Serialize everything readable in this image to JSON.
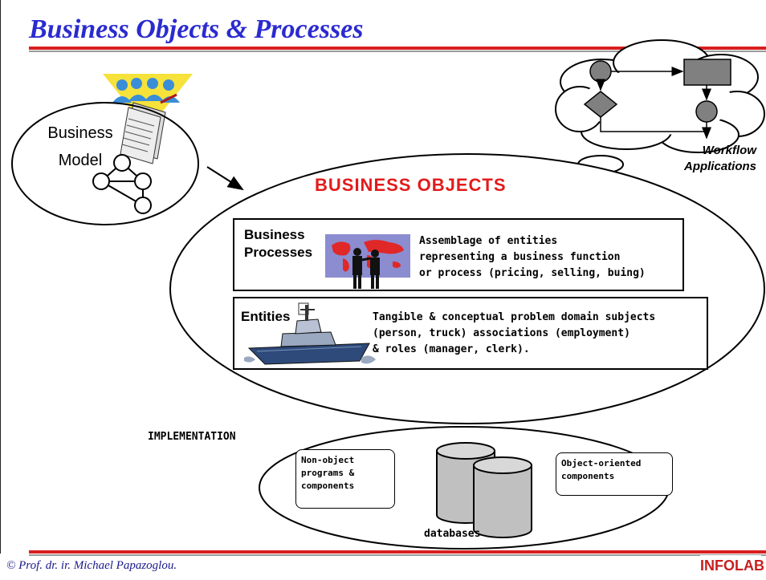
{
  "slide": {
    "title": "Business Objects & Processes",
    "footer": "© Prof. dr. ir. Michael Papazoglou.",
    "logo_text": "INFOLAB"
  },
  "business_model": {
    "line1": "Business",
    "line2": "Model"
  },
  "workflow": {
    "line1": "Workflow",
    "line2": "Applications"
  },
  "business_objects": {
    "heading": "BUSINESS OBJECTS",
    "processes": {
      "title_line1": "Business",
      "title_line2": "Processes",
      "desc_line1": "Assemblage of entities",
      "desc_line2": "representing a business function",
      "desc_line3": "or process (pricing, selling, buing)"
    },
    "entities": {
      "title": "Entities",
      "desc_line1": "Tangible & conceptual problem domain subjects",
      "desc_line2": "(person, truck) associations (employment)",
      "desc_line3": "& roles (manager, clerk)."
    }
  },
  "implementation": {
    "label": "IMPLEMENTATION",
    "non_object": {
      "line1": "Non-object",
      "line2": "programs &",
      "line3": "components"
    },
    "object_oriented": {
      "line1": "Object-oriented",
      "line2": "components"
    },
    "databases_label": "databases"
  },
  "colors": {
    "title": "#2b2bd0",
    "heading": "#e21b1b",
    "rule": "#d81e1e",
    "workflow_node": "#808080"
  }
}
